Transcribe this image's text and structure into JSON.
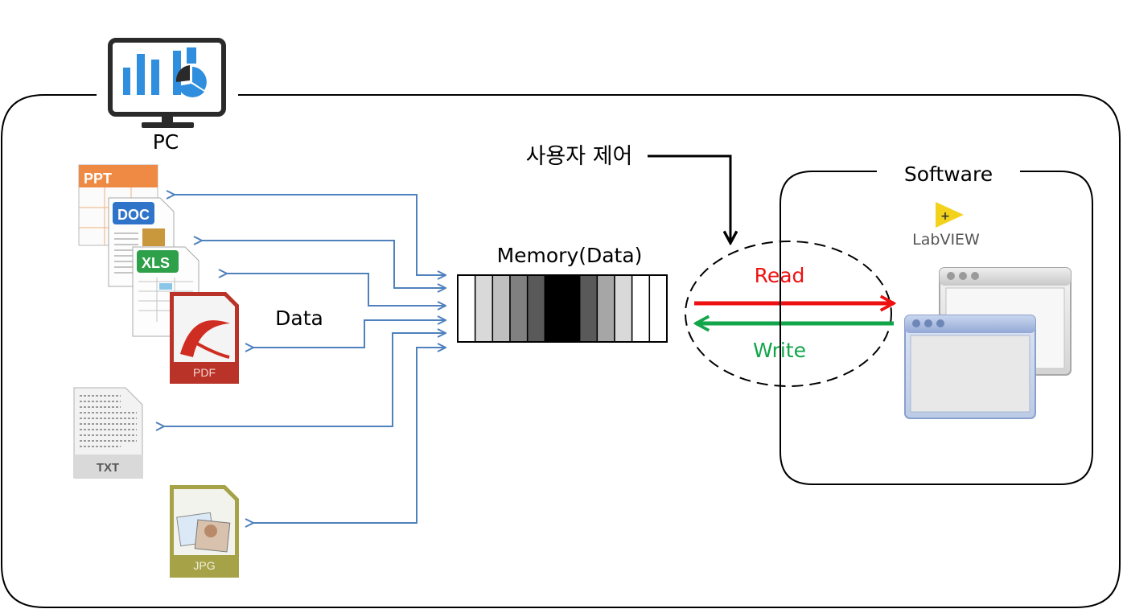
{
  "pc": {
    "label": "PC"
  },
  "user_control": {
    "label": "사용자 제어"
  },
  "memory": {
    "label": "Memory(Data)",
    "cell_shades": [
      "#ffffff",
      "#d9d9d9",
      "#bfbfbf",
      "#808080",
      "#595959",
      "#000000",
      "#000000",
      "#595959",
      "#a6a6a6",
      "#d9d9d9",
      "#ffffff",
      "#ffffff"
    ]
  },
  "data_label": "Data",
  "read_label": "Read",
  "write_label": "Write",
  "software": {
    "label": "Software",
    "labview_logo": "LabVIEW"
  },
  "files": [
    {
      "icon": "ppt-file-icon",
      "label": "PPT"
    },
    {
      "icon": "doc-file-icon",
      "label": "DOC"
    },
    {
      "icon": "xls-file-icon",
      "label": "XLS"
    },
    {
      "icon": "pdf-file-icon",
      "label": "PDF"
    },
    {
      "icon": "txt-file-icon",
      "label": "TXT"
    },
    {
      "icon": "jpg-file-icon",
      "label": "JPG"
    }
  ],
  "colors": {
    "read_arrow": "#ee1111",
    "write_arrow": "#12a54a",
    "data_arrows": "#4f81bd",
    "monitor_blue": "#2f8fde"
  }
}
